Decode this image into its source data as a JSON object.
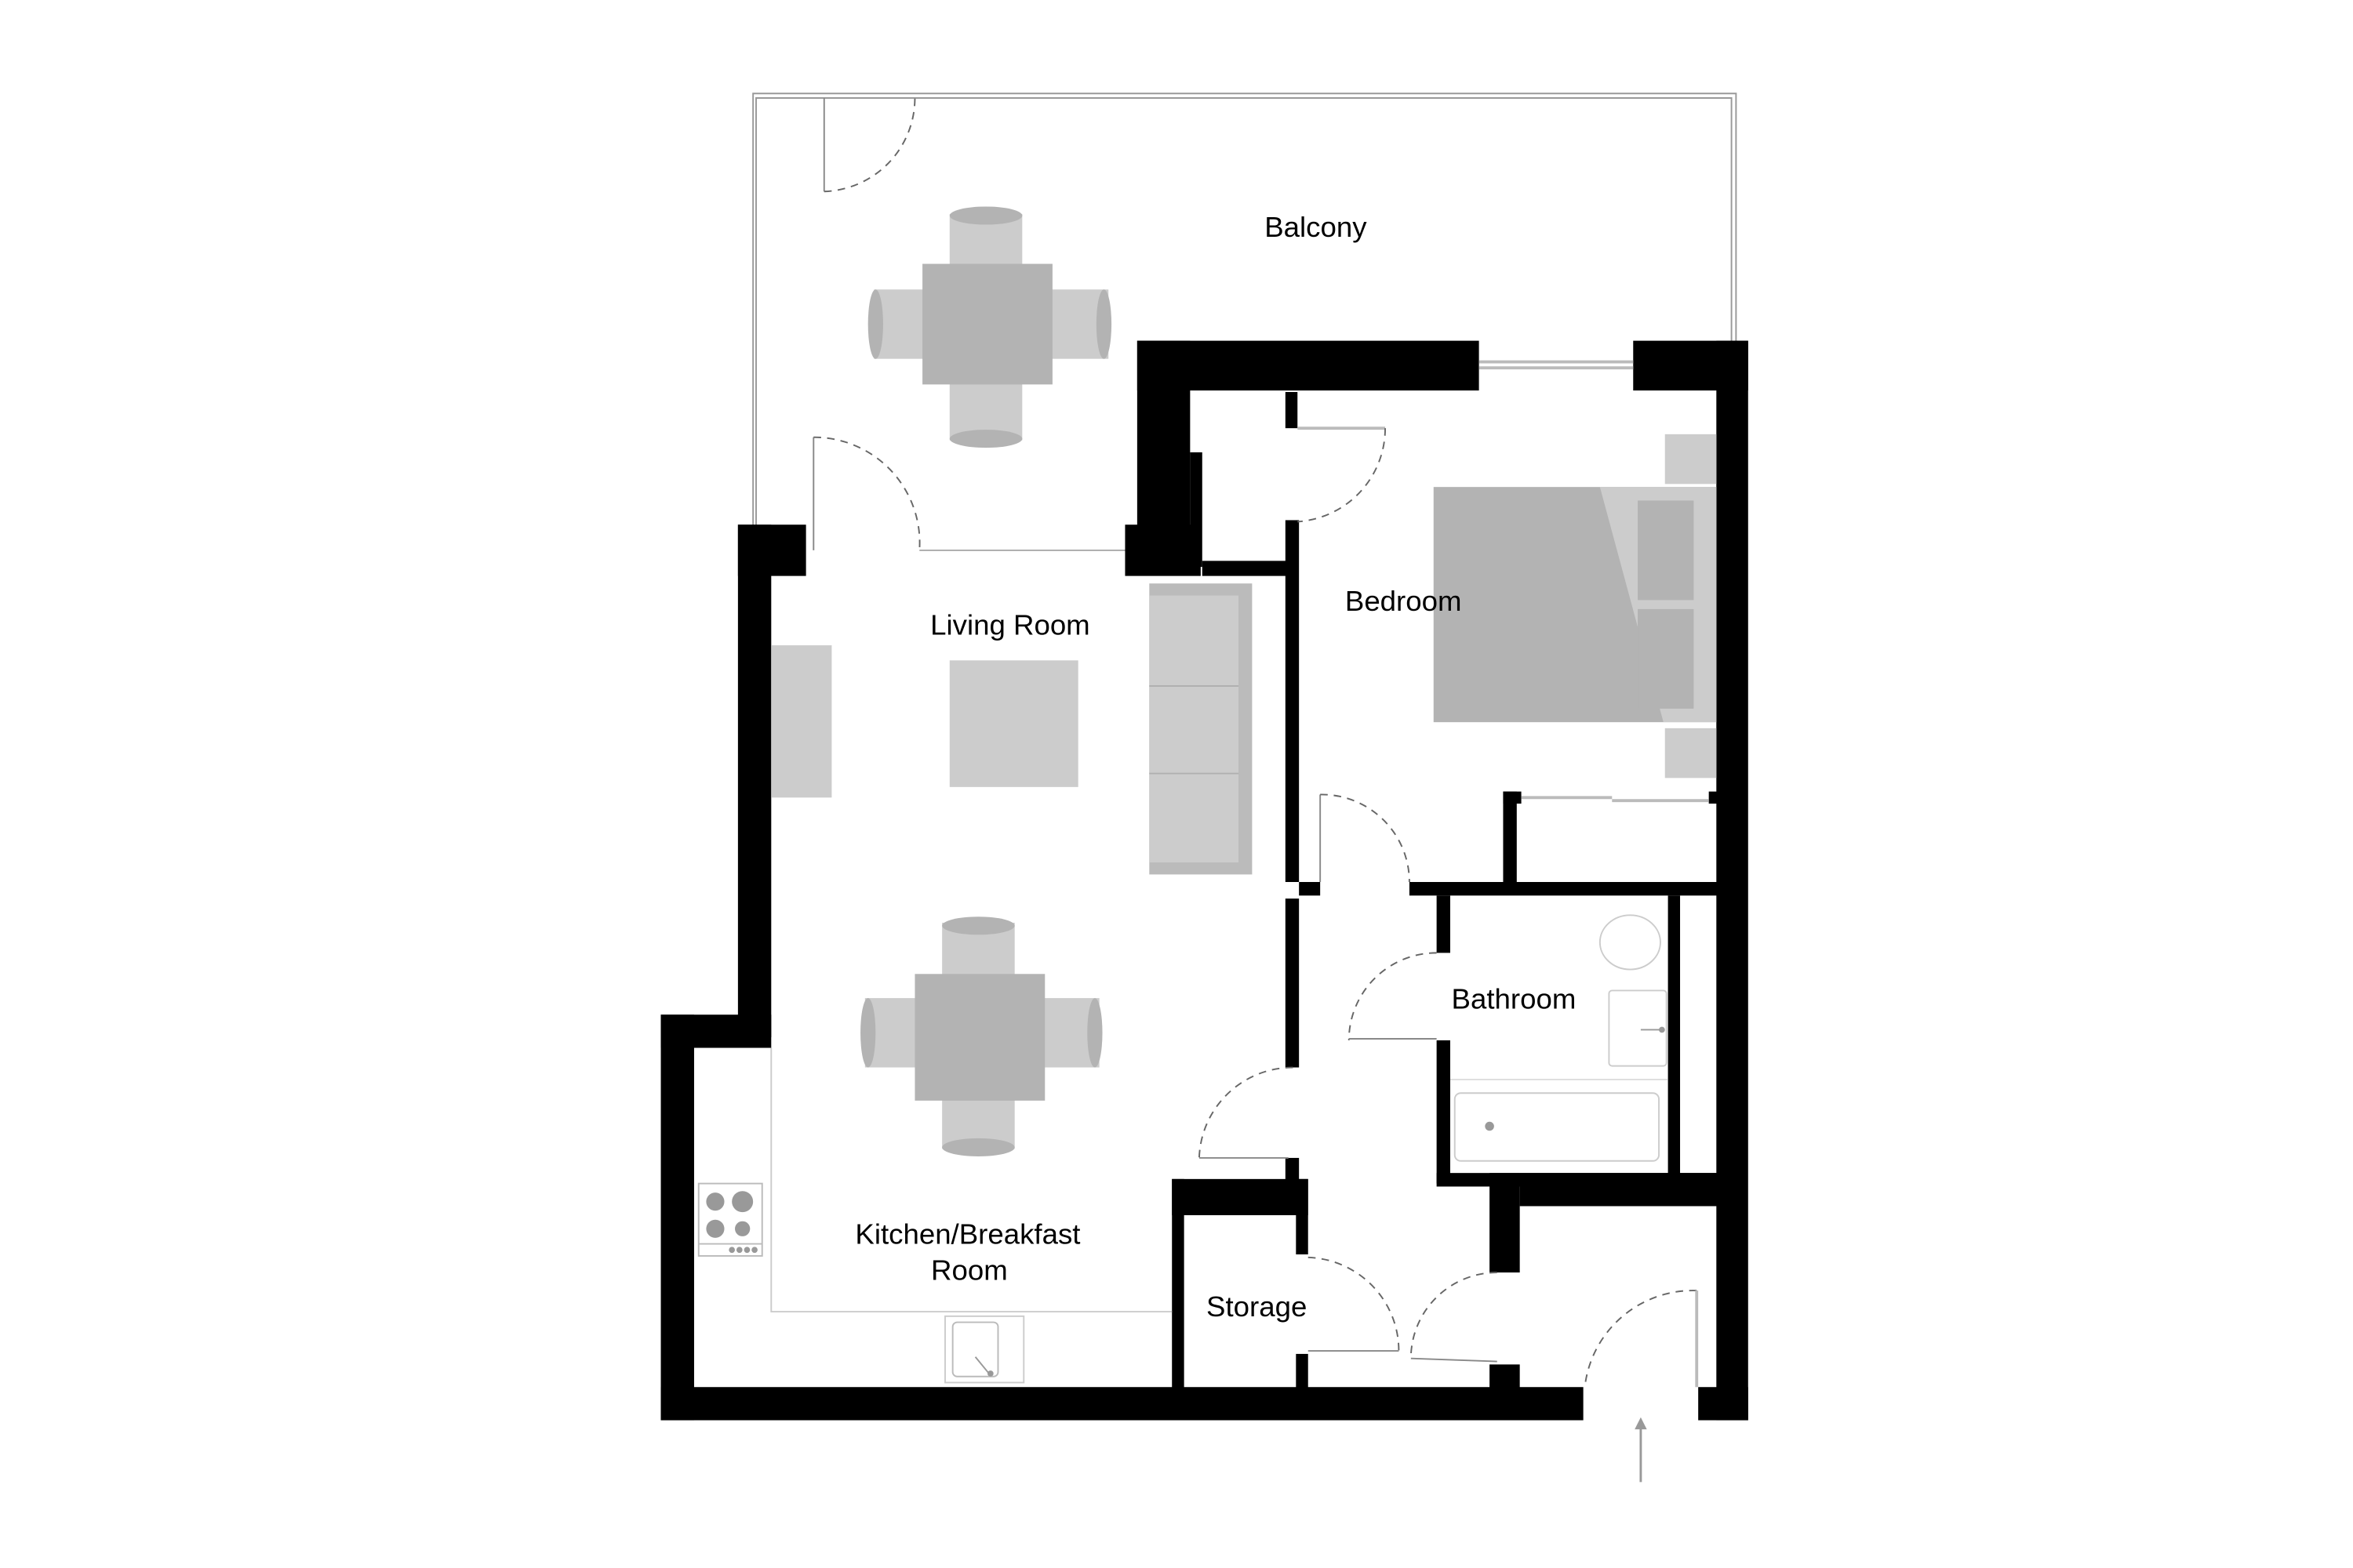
{
  "plan": {
    "rooms": [
      {
        "id": "balcony",
        "label": "Balcony"
      },
      {
        "id": "living",
        "label": "Living Room"
      },
      {
        "id": "bedroom",
        "label": "Bedroom"
      },
      {
        "id": "bathroom",
        "label": "Bathroom"
      },
      {
        "id": "kitchen",
        "label_line1": "Kitchen/Breakfast",
        "label_line2": "Room"
      },
      {
        "id": "storage",
        "label": "Storage"
      }
    ],
    "entrance_arrow": "up-arrow-icon",
    "colors": {
      "wall": "#000000",
      "furniture_dark": "#b3b3b3",
      "furniture_light": "#cccccc",
      "fixture_line": "#999999"
    }
  }
}
